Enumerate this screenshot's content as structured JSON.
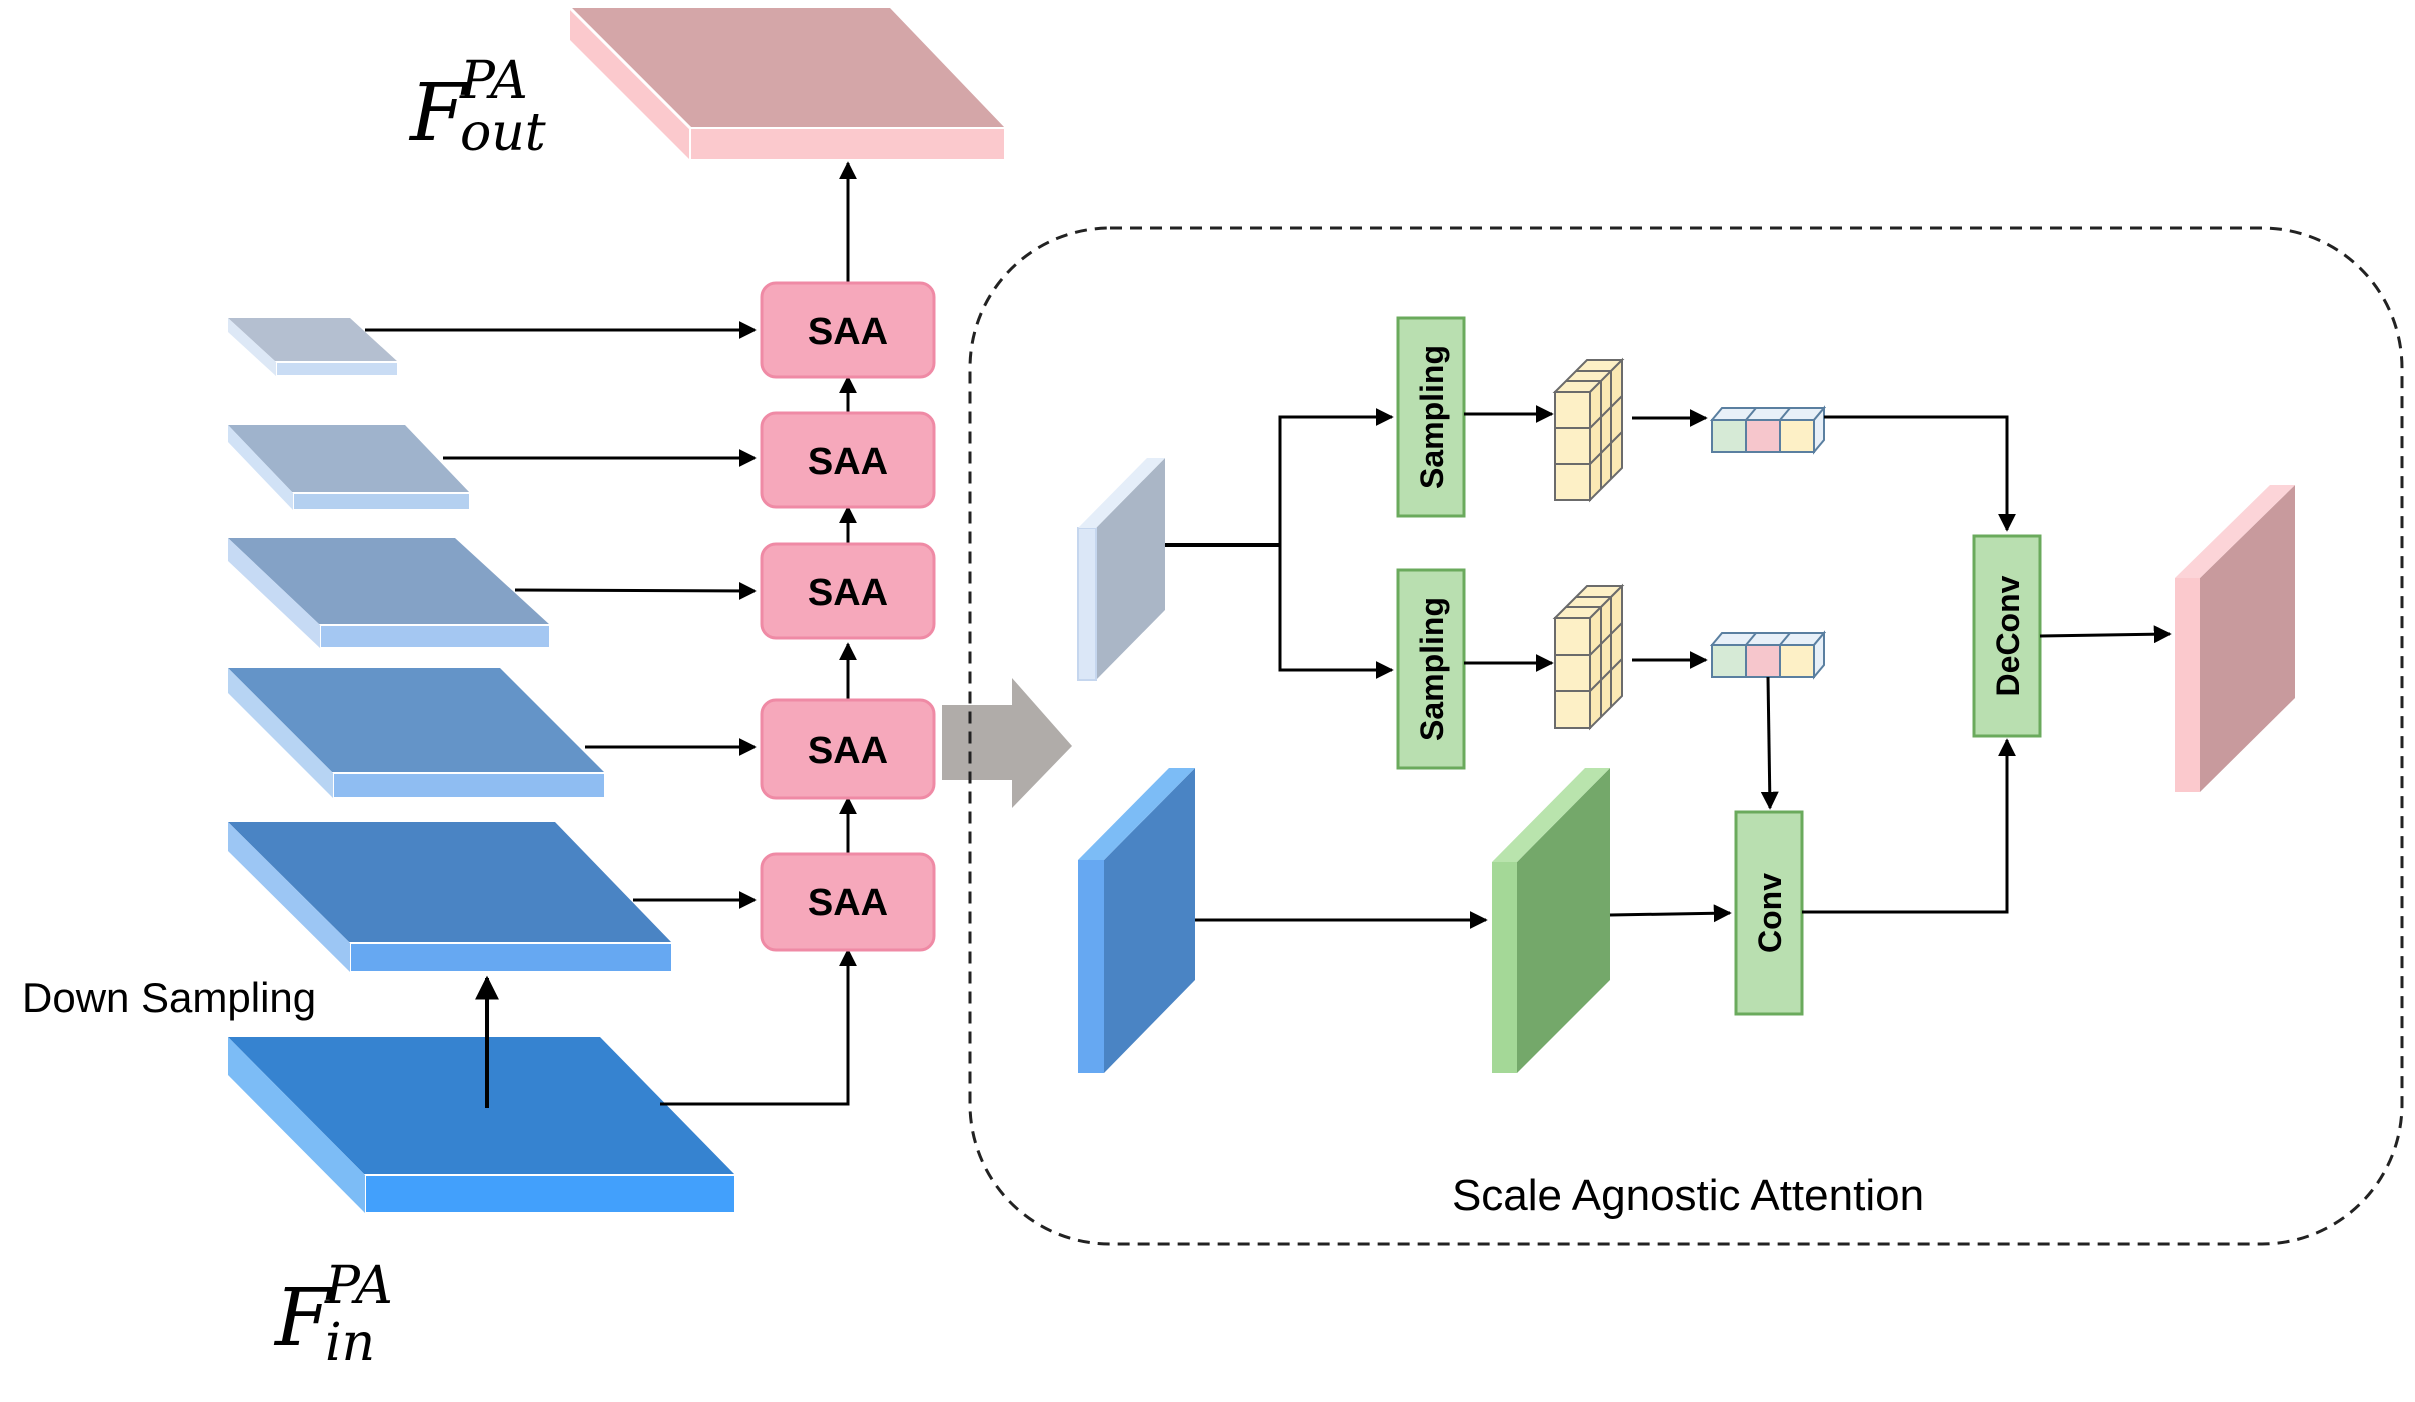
{
  "labels": {
    "out_main": "F",
    "out_sup": "PA",
    "out_sub": "out",
    "in_main": "F",
    "in_sup": "PA",
    "in_sub": "in",
    "down_sampling": "Down Sampling",
    "saa": [
      "SAA",
      "SAA",
      "SAA",
      "SAA",
      "SAA"
    ],
    "sampling_top": "Sampling",
    "sampling_bottom": "Sampling",
    "conv": "Conv",
    "deconv": "DeConv",
    "panel_title": "Scale Agnostic Attention"
  },
  "colors": {
    "saa_fill": "#f6a8bb",
    "saa_stroke": "#ef8aa5",
    "green_fill": "#b9dfb0",
    "green_stroke": "#6aaa5c",
    "cube_fill": "#fdf0c6",
    "cube_stroke": "#6b6b6b",
    "out_top": "#d4a6a8",
    "out_front": "#fbc9cd",
    "big_arrow": "#b0aca9"
  }
}
